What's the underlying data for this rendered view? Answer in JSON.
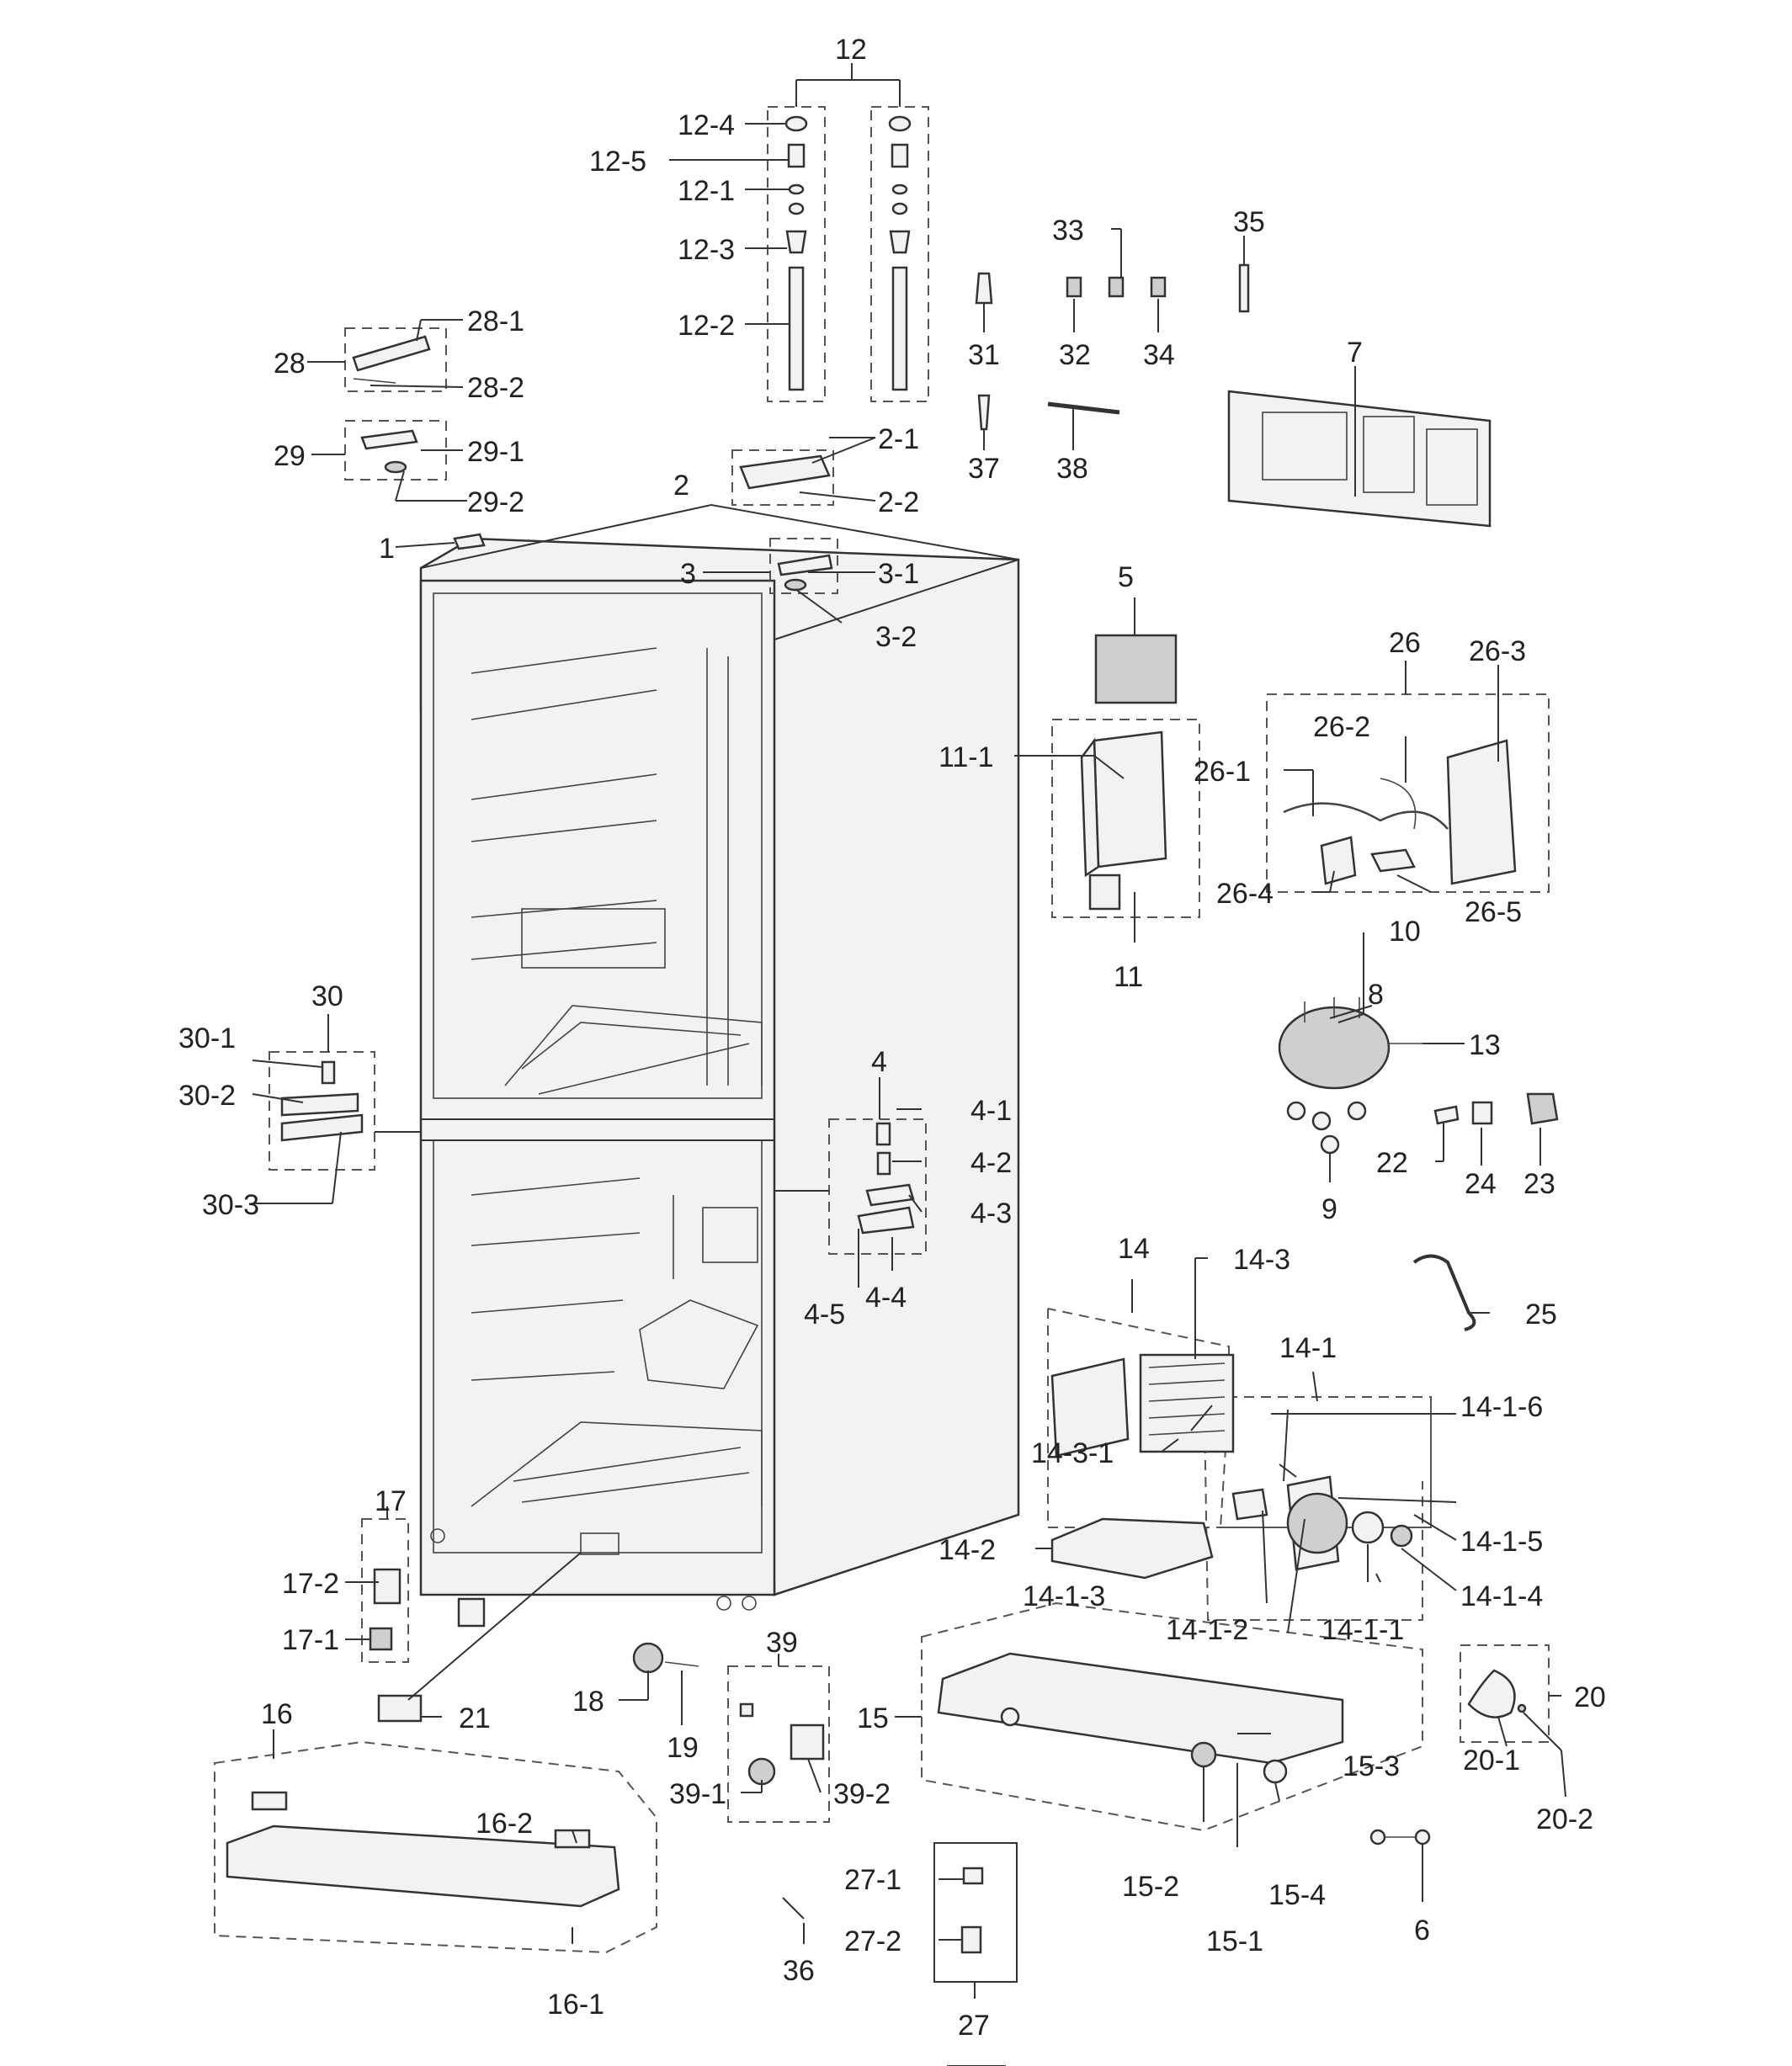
{
  "labels": {
    "p1": "1",
    "p2": "2",
    "p2_1": "2-1",
    "p2_2": "2-2",
    "p3": "3",
    "p3_1": "3-1",
    "p3_2": "3-2",
    "p4": "4",
    "p4_1": "4-1",
    "p4_2": "4-2",
    "p4_3": "4-3",
    "p4_4": "4-4",
    "p4_5": "4-5",
    "p5": "5",
    "p6": "6",
    "p7": "7",
    "p8": "8",
    "p9": "9",
    "p10": "10",
    "p11": "11",
    "p11_1": "11-1",
    "p12": "12",
    "p12_1": "12-1",
    "p12_2": "12-2",
    "p12_3": "12-3",
    "p12_4": "12-4",
    "p12_5": "12-5",
    "p13": "13",
    "p14": "14",
    "p14_1": "14-1",
    "p14_1_1": "14-1-1",
    "p14_1_2": "14-1-2",
    "p14_1_3": "14-1-3",
    "p14_1_4": "14-1-4",
    "p14_1_5": "14-1-5",
    "p14_1_6": "14-1-6",
    "p14_2": "14-2",
    "p14_3": "14-3",
    "p14_3_1": "14-3-1",
    "p15": "15",
    "p15_1": "15-1",
    "p15_2": "15-2",
    "p15_3": "15-3",
    "p15_4": "15-4",
    "p16": "16",
    "p16_1": "16-1",
    "p16_2": "16-2",
    "p17": "17",
    "p17_1": "17-1",
    "p17_2": "17-2",
    "p18": "18",
    "p19": "19",
    "p20": "20",
    "p20_1": "20-1",
    "p20_2": "20-2",
    "p21": "21",
    "p22": "22",
    "p23": "23",
    "p24": "24",
    "p25": "25",
    "p26": "26",
    "p26_1": "26-1",
    "p26_2": "26-2",
    "p26_3": "26-3",
    "p26_4": "26-4",
    "p26_5": "26-5",
    "p27": "27",
    "p27_1": "27-1",
    "p27_2": "27-2",
    "p28": "28",
    "p28_1": "28-1",
    "p28_2": "28-2",
    "p29": "29",
    "p29_1": "29-1",
    "p29_2": "29-2",
    "p30": "30",
    "p30_1": "30-1",
    "p30_2": "30-2",
    "p30_3": "30-3",
    "p31": "31",
    "p32": "32",
    "p33": "33",
    "p34": "34",
    "p35": "35",
    "p36": "36",
    "p37": "37",
    "p38": "38",
    "p39": "39",
    "p39_1": "39-1",
    "p39_2": "39-2"
  }
}
